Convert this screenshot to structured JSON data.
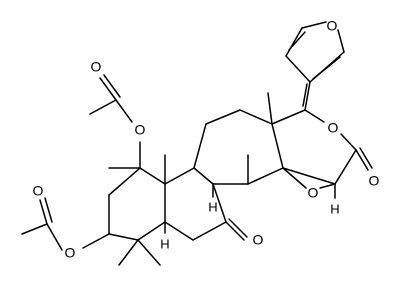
{
  "colors": {
    "background": "#ffffff",
    "ink": "#000000"
  },
  "atoms": {
    "furan_o": "O",
    "lactone_ring_o": "O",
    "lactone_carbonyl_o": "O",
    "ketone_o": "O",
    "epoxide_o": "O",
    "acetate1_ester_o": "O",
    "acetate1_carbonyl_o": "O",
    "acetate2_ester_o": "O",
    "acetate2_carbonyl_o": "O",
    "h_ring_bc_junction": "H",
    "h_epoxide": "H",
    "h_ring_ab_junction": "H"
  }
}
